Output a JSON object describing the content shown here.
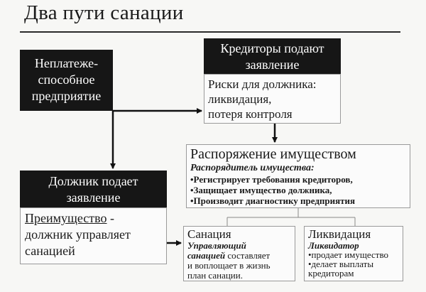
{
  "title": "Два пути санации",
  "insolvent": {
    "text": "Неплатеже-\nспособное\nпредприятие"
  },
  "creditors": {
    "header": "Кредиторы подают\nзаявление",
    "body": "Риски для должника:\nликвидация,\nпотеря контроля"
  },
  "management": {
    "title": "Распоряжение имуществом",
    "subtitle": "Распорядитель имущества:",
    "items": "•Регистрирует требования кредиторов,\n•Защищает имущество должника,\n•Производит диагностику предприятия"
  },
  "debtor": {
    "header": "Должник подает\nзаявление",
    "advantage_title": "Преимущество",
    "advantage_text": " -\nдолжник управляет\nсанацией"
  },
  "sanation": {
    "title": "Санация",
    "subject": "Управляющий\nсанацией",
    "text": " составляет\nи воплощает в жизнь\nплан санации."
  },
  "liquidation": {
    "title": "Ликвидация",
    "subject": "Ликвидатор",
    "text": "•продает имущество\n•делает выплаты\nкредиторам"
  }
}
